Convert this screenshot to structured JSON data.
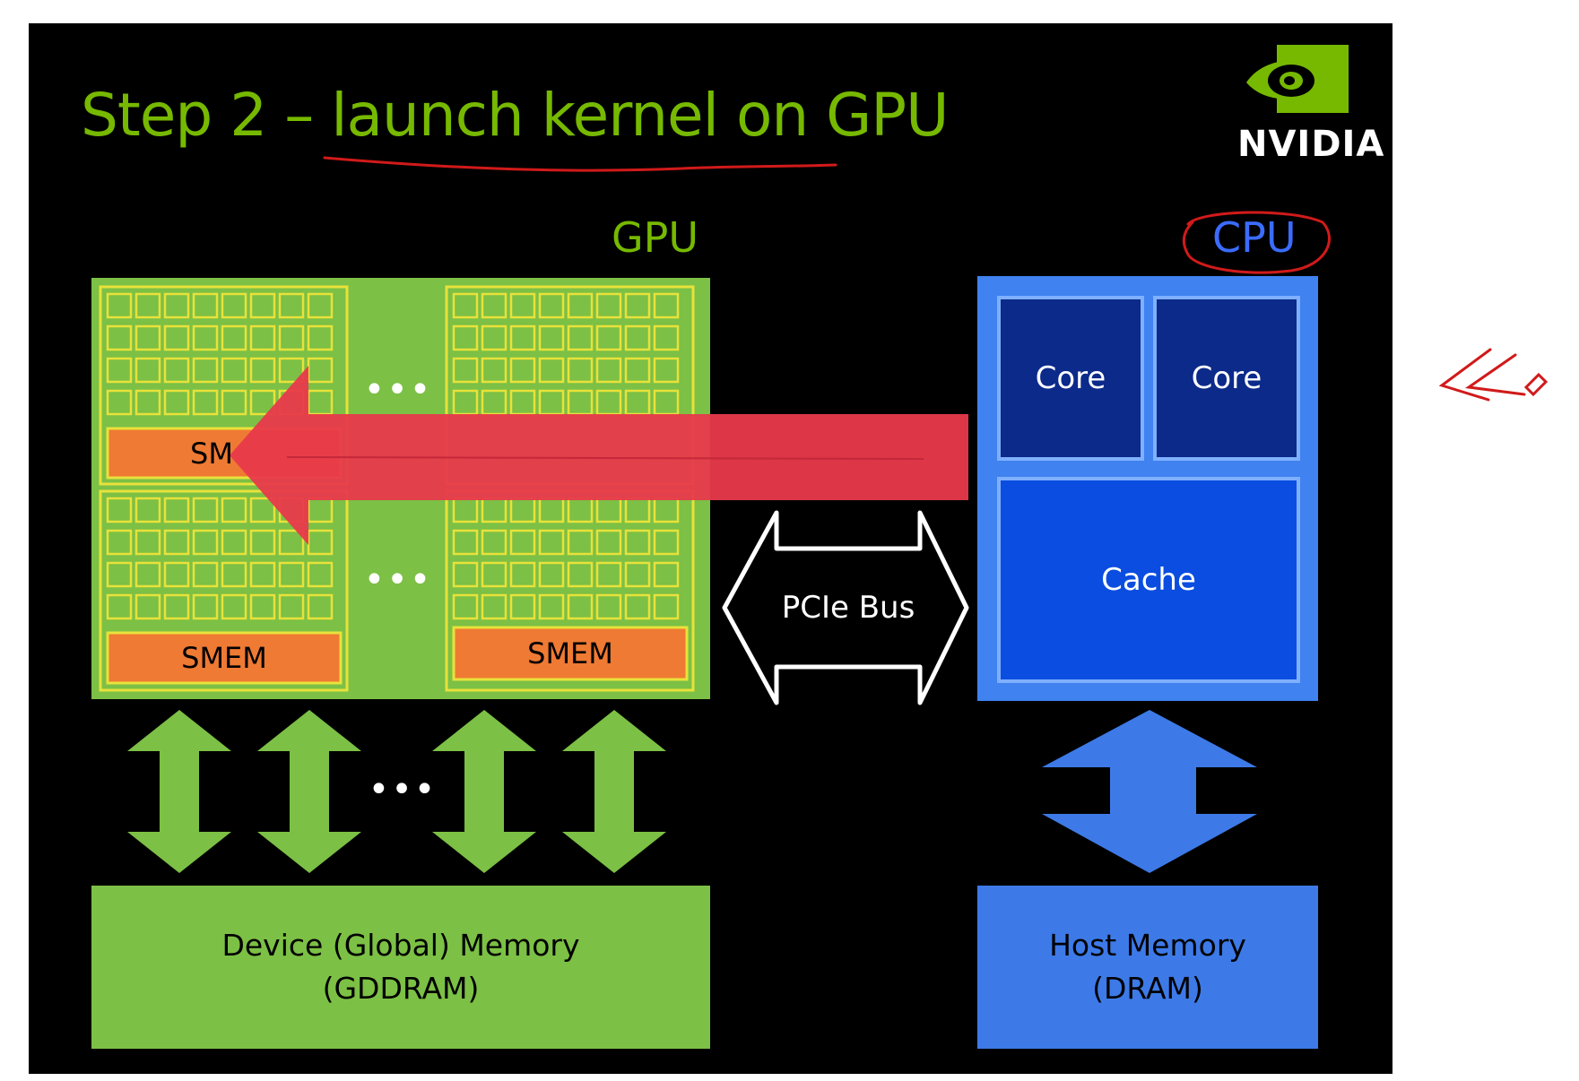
{
  "slide": {
    "title": "Step 2 – launch kernel on GPU",
    "logo_text": "NVIDIA"
  },
  "gpu": {
    "label": "GPU",
    "sm_partial_label": "SM",
    "smem_label": "SMEM",
    "ellipsis": "•••",
    "device_memory": {
      "line1": "Device (Global) Memory",
      "line2": "(GDDRAM)"
    }
  },
  "bus": {
    "label": "PCIe Bus"
  },
  "cpu": {
    "label": "CPU",
    "core_label": "Core",
    "cache_label": "Cache",
    "host_memory": {
      "line1": "Host Memory",
      "line2": "(DRAM)"
    }
  },
  "colors": {
    "gpu_green": "#7cc045",
    "nvidia_green": "#76b900",
    "smem_orange": "#ef7a33",
    "sm_grid_yellow": "#e8e23a",
    "cpu_light_blue": "#3f82f0",
    "core_dark_blue": "#0c2a8a",
    "cache_blue": "#0a4de0",
    "host_memory_blue": "#3d7ae8",
    "launch_arrow_red": "#e8394b",
    "annotation_red": "#d11a1a"
  }
}
